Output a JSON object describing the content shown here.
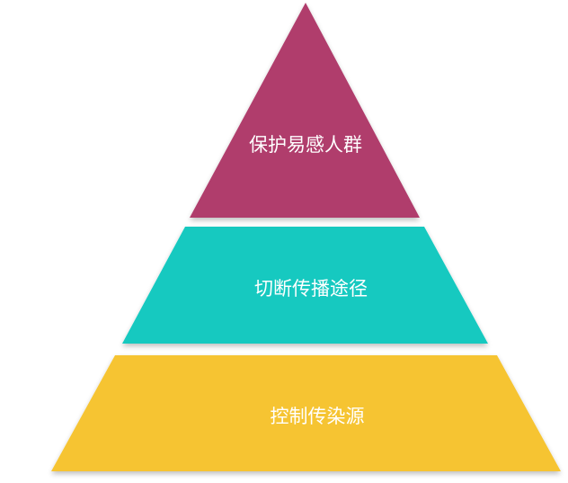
{
  "diagram": {
    "type": "pyramid",
    "tiers": [
      {
        "label": "保护易感人群",
        "color": "#b03e6c"
      },
      {
        "label": "切断传播途径",
        "color": "#12c9c0"
      },
      {
        "label": "控制传染源",
        "color": "#f6c432"
      }
    ]
  }
}
